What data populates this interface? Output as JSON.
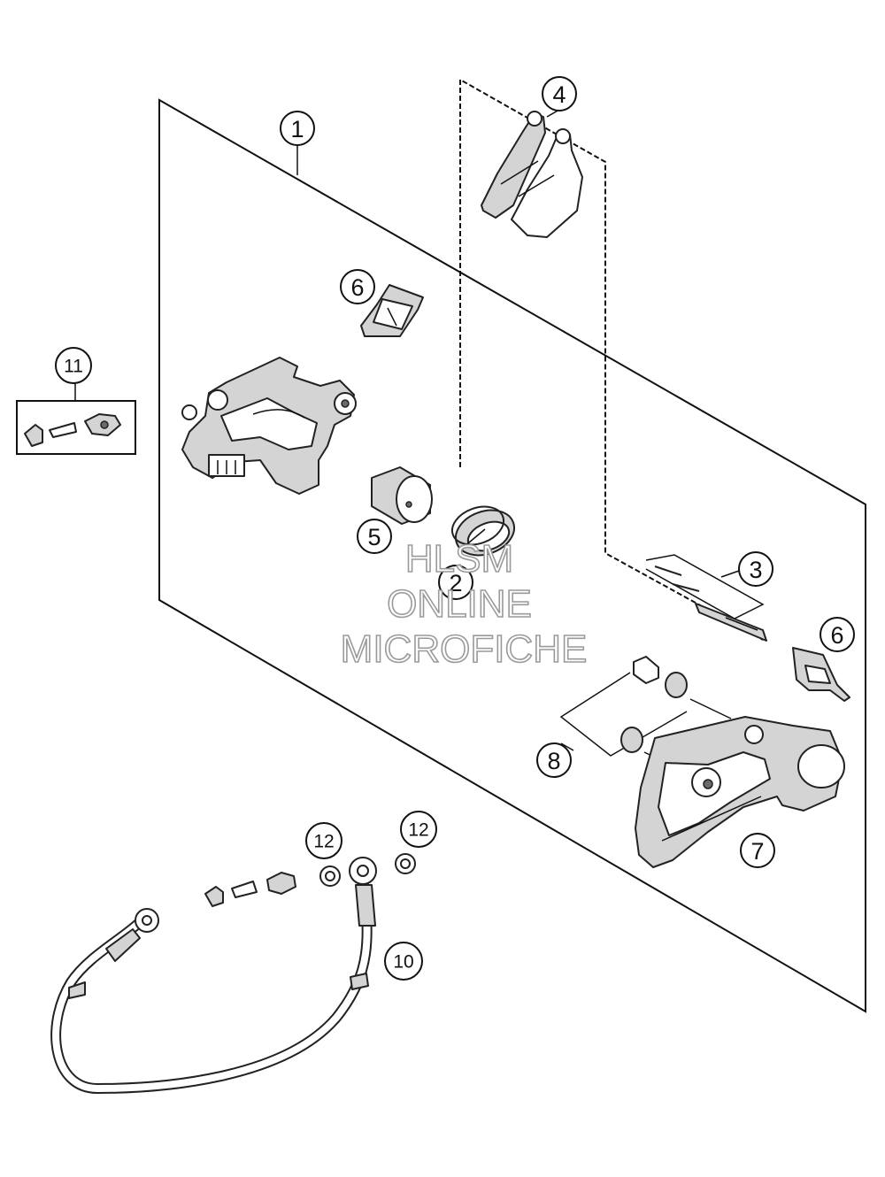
{
  "callouts": [
    {
      "id": "1",
      "label": "1"
    },
    {
      "id": "2",
      "label": "2"
    },
    {
      "id": "3",
      "label": "3"
    },
    {
      "id": "4",
      "label": "4"
    },
    {
      "id": "5",
      "label": "5"
    },
    {
      "id": "6a",
      "label": "6"
    },
    {
      "id": "6b",
      "label": "6"
    },
    {
      "id": "7",
      "label": "7"
    },
    {
      "id": "8",
      "label": "8"
    },
    {
      "id": "10",
      "label": "10"
    },
    {
      "id": "11",
      "label": "11"
    },
    {
      "id": "12a",
      "label": "12"
    },
    {
      "id": "12b",
      "label": "12"
    }
  ],
  "watermark": {
    "line1": "HLSM",
    "line2": "ONLINE",
    "line3": "MICROFICHE"
  }
}
